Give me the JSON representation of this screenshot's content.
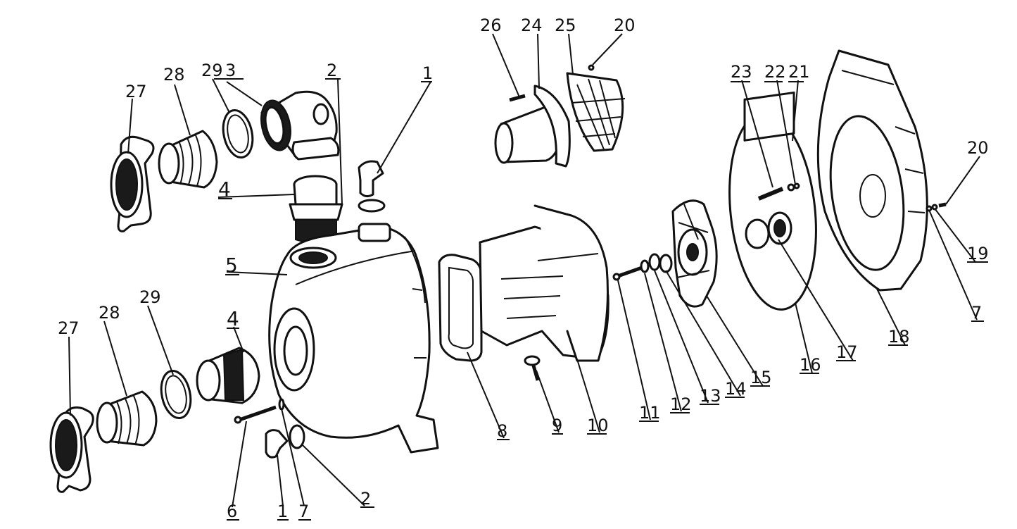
{
  "diagram": {
    "callouts": [
      {
        "id": "c27a",
        "text": "27"
      },
      {
        "id": "c28a",
        "text": "28"
      },
      {
        "id": "c29a",
        "text": "29"
      },
      {
        "id": "c3",
        "text": "3"
      },
      {
        "id": "c2a",
        "text": "2"
      },
      {
        "id": "c1a",
        "text": "1"
      },
      {
        "id": "c26",
        "text": "26"
      },
      {
        "id": "c24",
        "text": "24"
      },
      {
        "id": "c25",
        "text": "25"
      },
      {
        "id": "c20a",
        "text": "20"
      },
      {
        "id": "c23",
        "text": "23"
      },
      {
        "id": "c22",
        "text": "22"
      },
      {
        "id": "c21",
        "text": "21"
      },
      {
        "id": "c20b",
        "text": "20"
      },
      {
        "id": "c19",
        "text": "19"
      },
      {
        "id": "c7b",
        "text": "7"
      },
      {
        "id": "c18",
        "text": "18"
      },
      {
        "id": "c17",
        "text": "17"
      },
      {
        "id": "c16",
        "text": "16"
      },
      {
        "id": "c15",
        "text": "15"
      },
      {
        "id": "c14",
        "text": "14"
      },
      {
        "id": "c13",
        "text": "13"
      },
      {
        "id": "c12",
        "text": "12"
      },
      {
        "id": "c11",
        "text": "11"
      },
      {
        "id": "c10",
        "text": "10"
      },
      {
        "id": "c9",
        "text": "9"
      },
      {
        "id": "c8",
        "text": "8"
      },
      {
        "id": "c4a",
        "text": "4"
      },
      {
        "id": "c5",
        "text": "5"
      },
      {
        "id": "c4b",
        "text": "4"
      },
      {
        "id": "c27b",
        "text": "27"
      },
      {
        "id": "c28b",
        "text": "28"
      },
      {
        "id": "c29b",
        "text": "29"
      },
      {
        "id": "c6",
        "text": "6"
      },
      {
        "id": "c1b",
        "text": "1"
      },
      {
        "id": "c7a",
        "text": "7"
      },
      {
        "id": "c2b",
        "text": "2"
      }
    ]
  }
}
